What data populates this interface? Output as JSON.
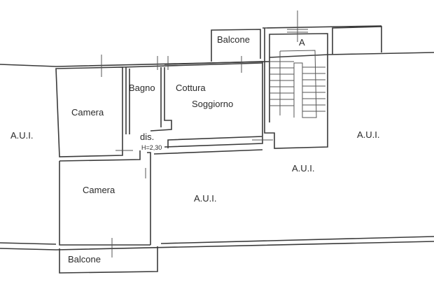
{
  "rooms": {
    "aui_left": "A.U.I.",
    "aui_right": "A.U.I.",
    "aui_stair": "A.U.I.",
    "aui_center": "A.U.I.",
    "camera_top": "Camera",
    "camera_bottom": "Camera",
    "bagno": "Bagno",
    "cottura": "Cottura",
    "soggiorno": "Soggiorno",
    "dis": "dis.",
    "height": "H=2,30",
    "balcone_top": "Balcone",
    "balcone_bottom": "Balcone",
    "stair_label": "A"
  }
}
